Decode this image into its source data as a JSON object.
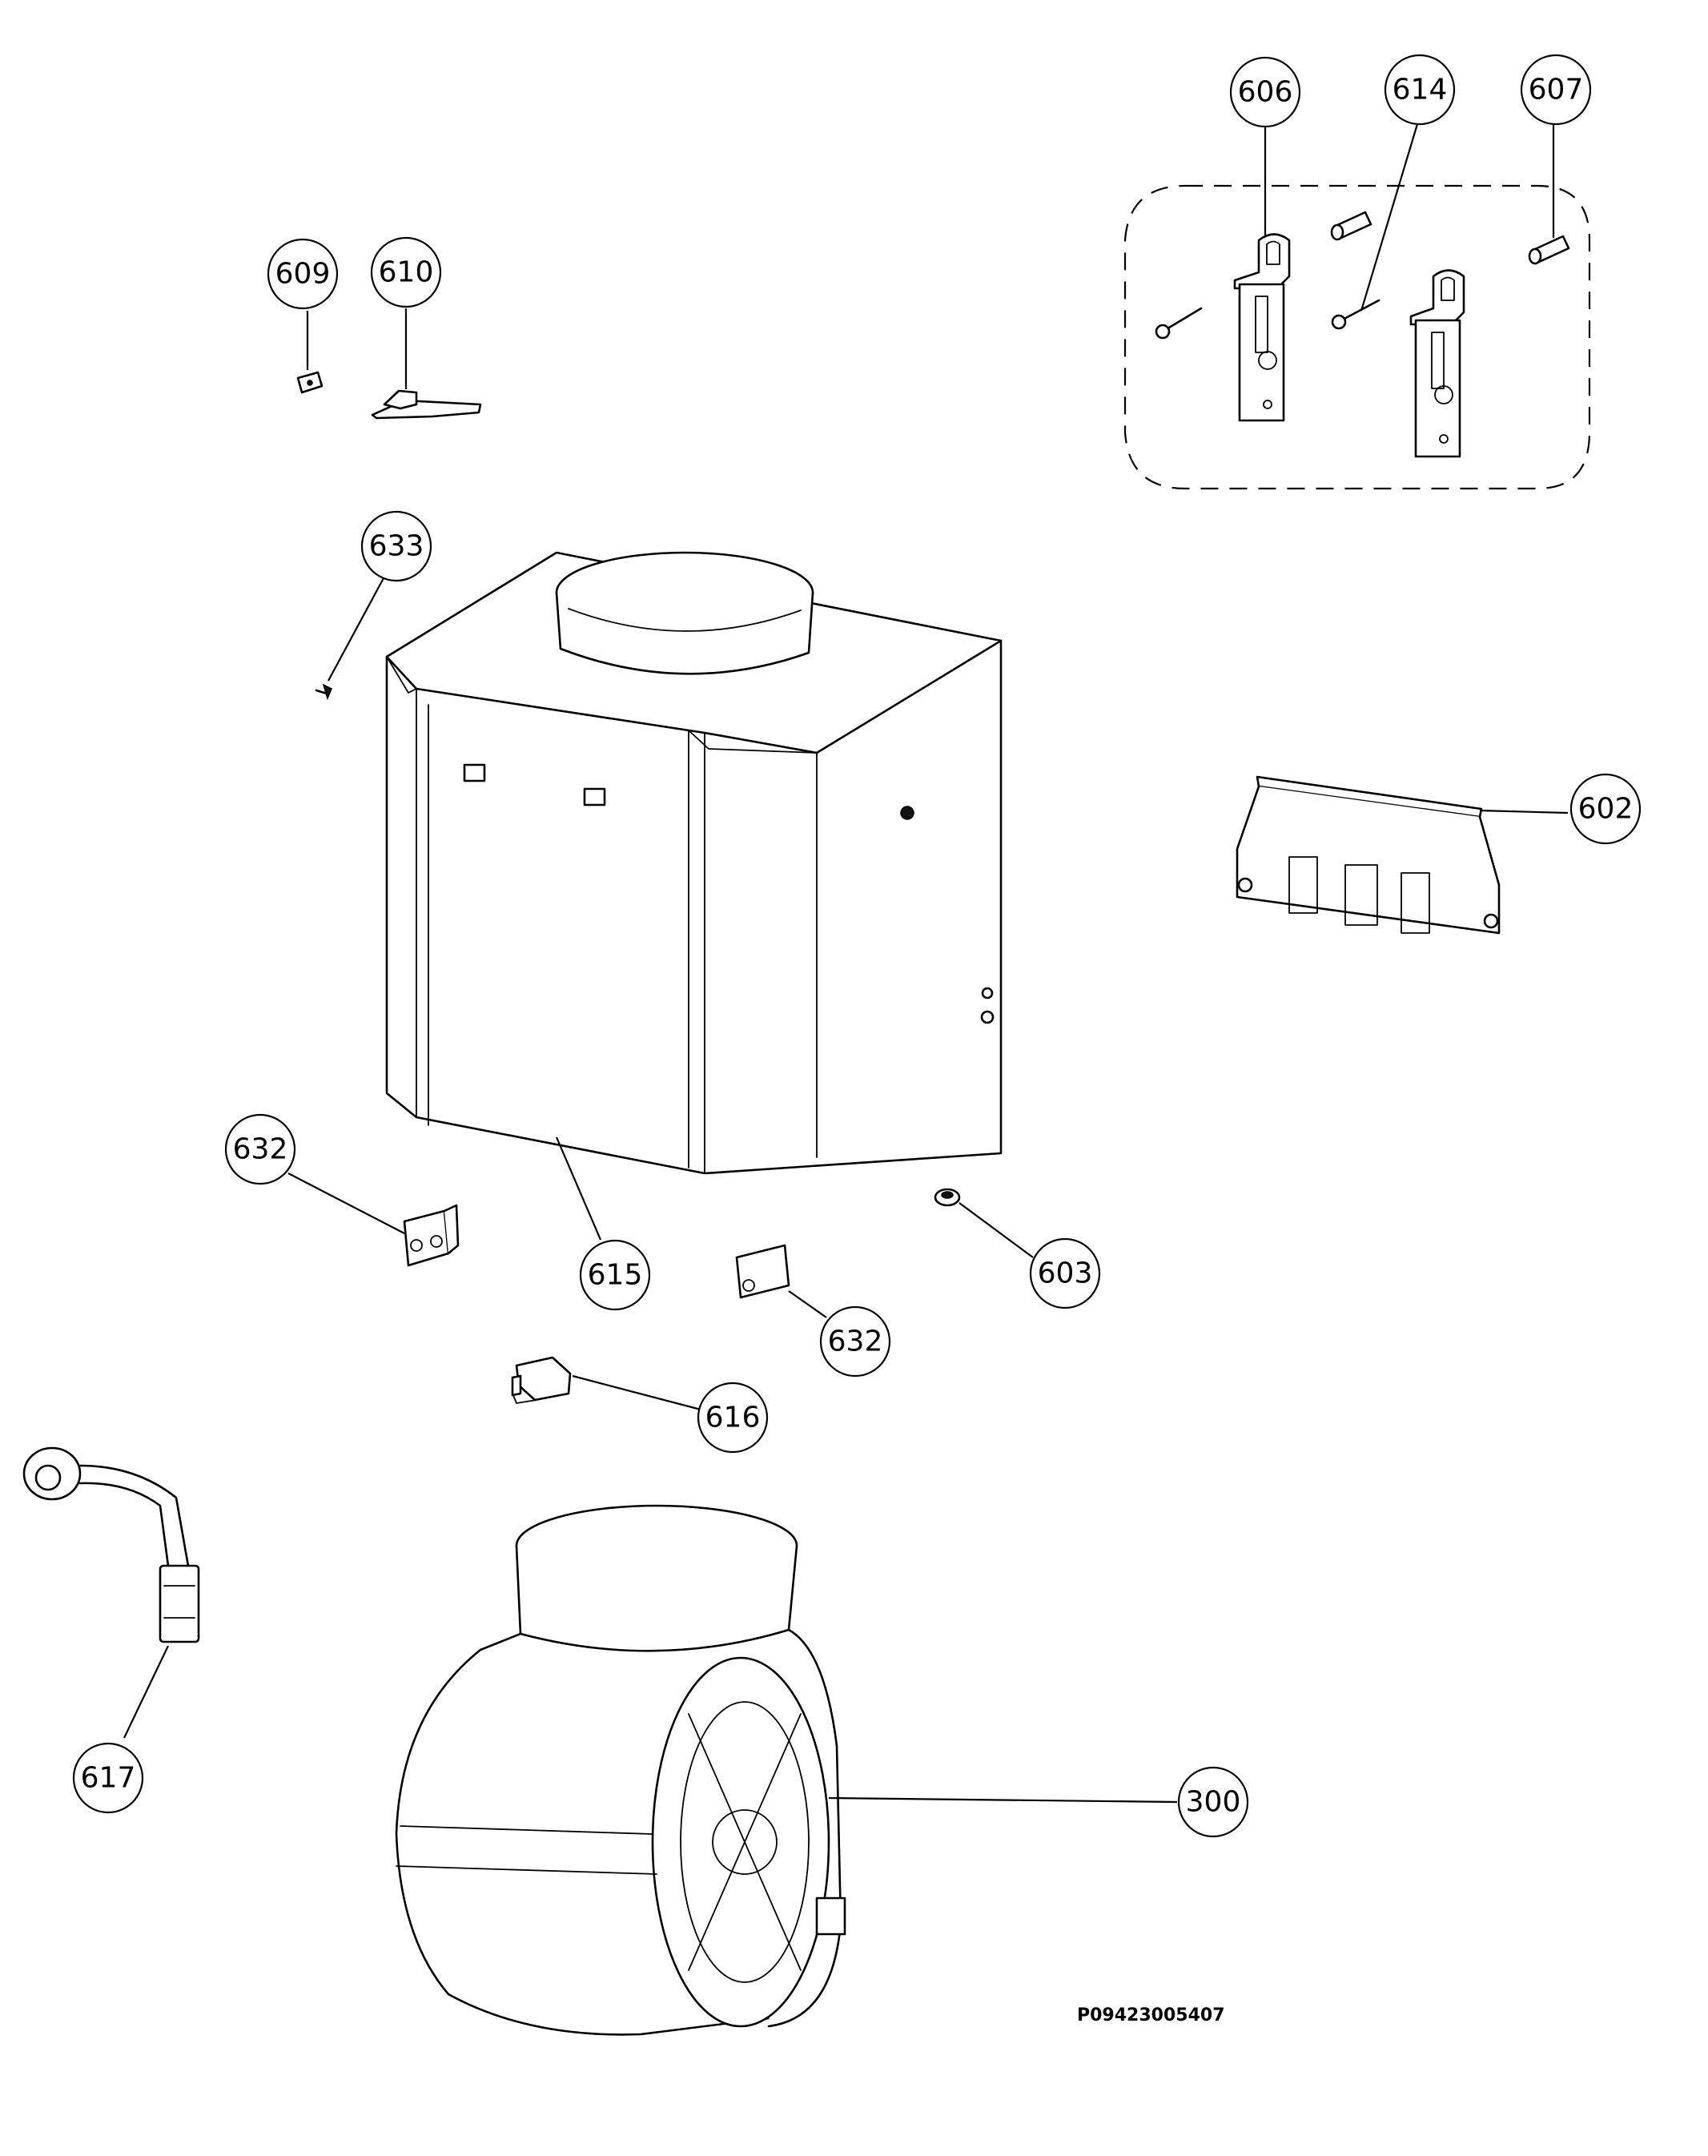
{
  "callouts": [
    {
      "id": "c606",
      "label": "606"
    },
    {
      "id": "c614",
      "label": "614"
    },
    {
      "id": "c607",
      "label": "607"
    },
    {
      "id": "c609",
      "label": "609"
    },
    {
      "id": "c610",
      "label": "610"
    },
    {
      "id": "c633",
      "label": "633"
    },
    {
      "id": "c602",
      "label": "602"
    },
    {
      "id": "c632a",
      "label": "632"
    },
    {
      "id": "c615",
      "label": "615"
    },
    {
      "id": "c603",
      "label": "603"
    },
    {
      "id": "c632b",
      "label": "632"
    },
    {
      "id": "c616",
      "label": "616"
    },
    {
      "id": "c617",
      "label": "617"
    },
    {
      "id": "c300",
      "label": "300"
    }
  ],
  "document_id": "P09423005407",
  "colors": {
    "line": "#000000",
    "background": "#ffffff"
  }
}
